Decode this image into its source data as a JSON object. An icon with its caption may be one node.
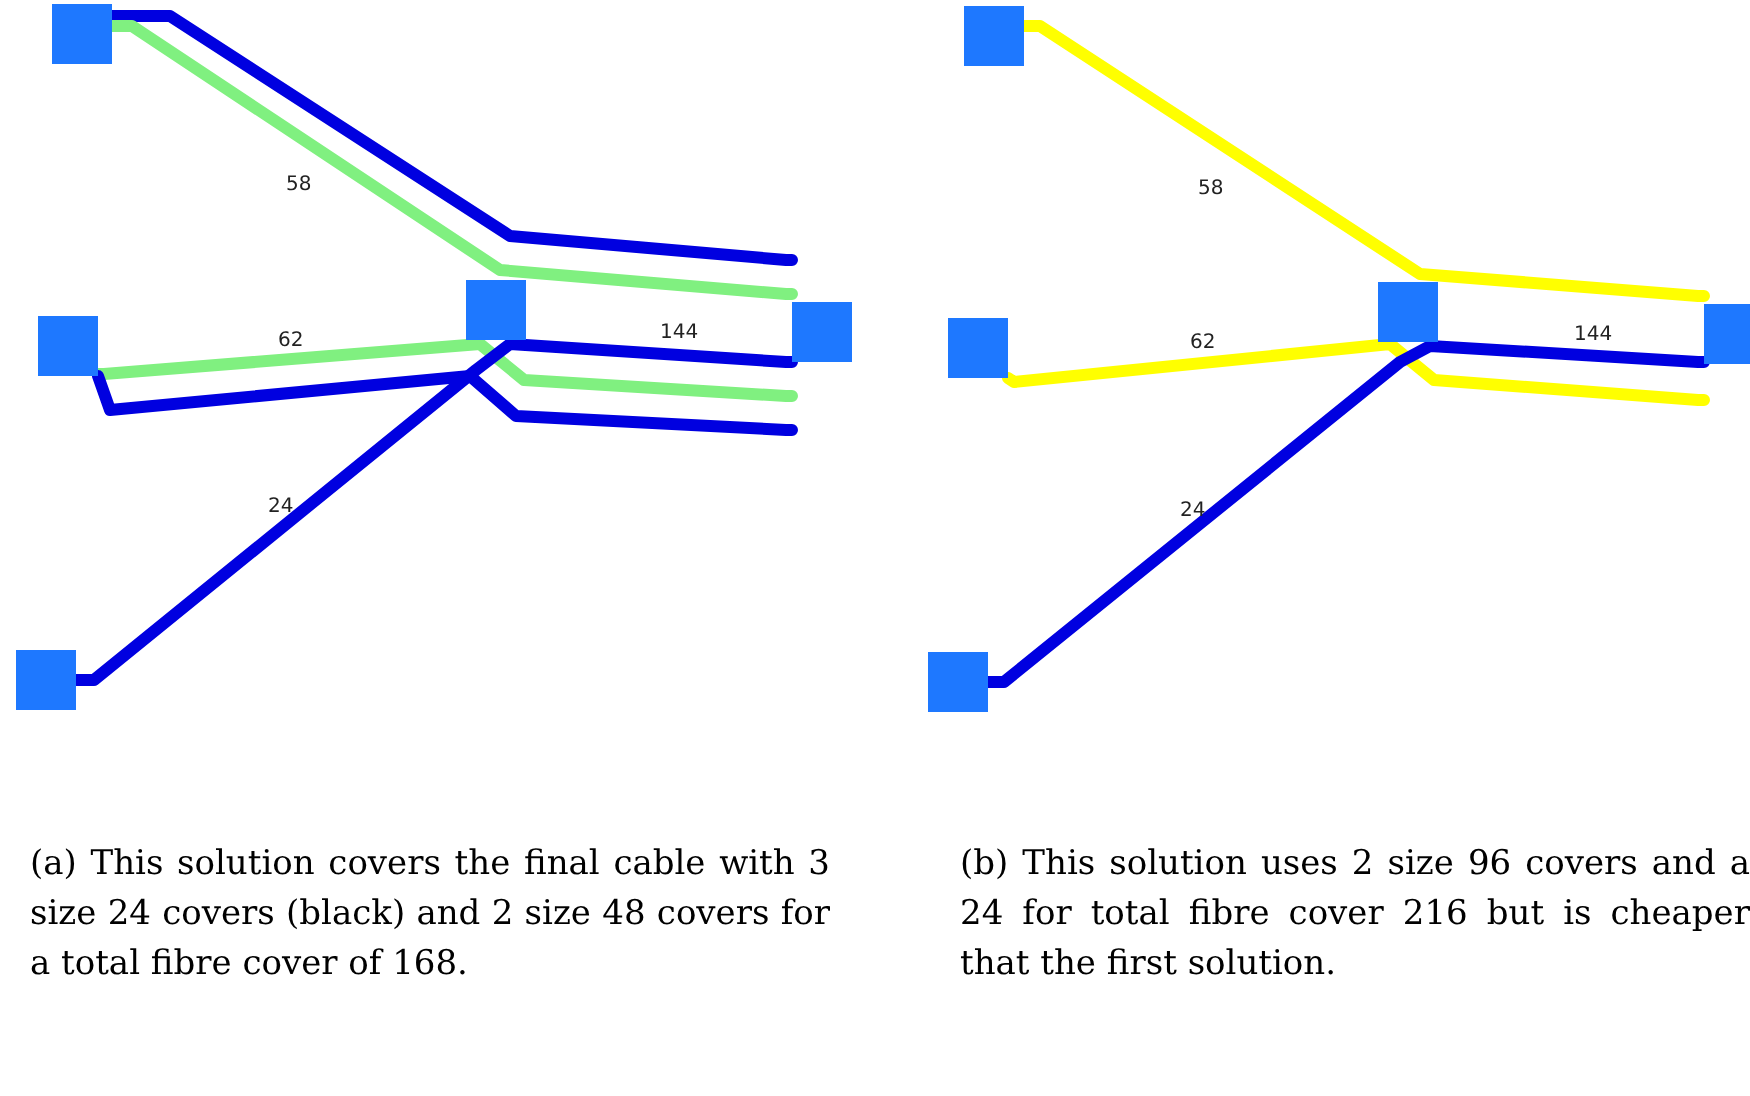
{
  "diagram": {
    "nodes": [
      {
        "text": [],
        "shape": "box"
      },
      {
        "text": [],
        "shape": "box"
      },
      {
        "text": [],
        "shape": "box"
      },
      {
        "text": [],
        "shape": "box"
      },
      {
        "text": [],
        "shape": "box"
      },
      {
        "text": [],
        "shape": "box"
      },
      {
        "text": [],
        "shape": "box"
      },
      {
        "text": [],
        "shape": "box"
      },
      {
        "text": [],
        "shape": "box"
      },
      {
        "text": [],
        "shape": "box"
      }
    ],
    "edges": [
      {
        "from": 0,
        "to": 4,
        "arrow": "none",
        "color": "#0000e0"
      },
      {
        "from": 0,
        "to": 4,
        "arrow": "none",
        "label": "58",
        "color": "#80f080"
      },
      {
        "from": 1,
        "to": 4,
        "arrow": "none",
        "label": "62",
        "color": "#80f080"
      },
      {
        "from": 1,
        "to": 4,
        "arrow": "none",
        "color": "#0000e0"
      },
      {
        "from": 2,
        "to": 4,
        "arrow": "none",
        "label": "24",
        "color": "#0000e0"
      },
      {
        "from": 5,
        "to": 9,
        "arrow": "none",
        "label": "58",
        "color": "#ffff00"
      },
      {
        "from": 6,
        "to": 9,
        "arrow": "none",
        "label": "62",
        "color": "#ffff00"
      },
      {
        "from": 7,
        "to": 9,
        "arrow": "none",
        "label": "24",
        "color": "#0000e0"
      }
    ],
    "labels": [
      "144",
      "(a) This solution covers the final cable with 3 size 24 covers (black) and 2 size 48 covers for a total fibre cover of 168.",
      "144",
      "(b) This solution uses 2 size 96 covers and a 24 for total fibre cover 216 but is cheaper that the first solution."
    ]
  }
}
